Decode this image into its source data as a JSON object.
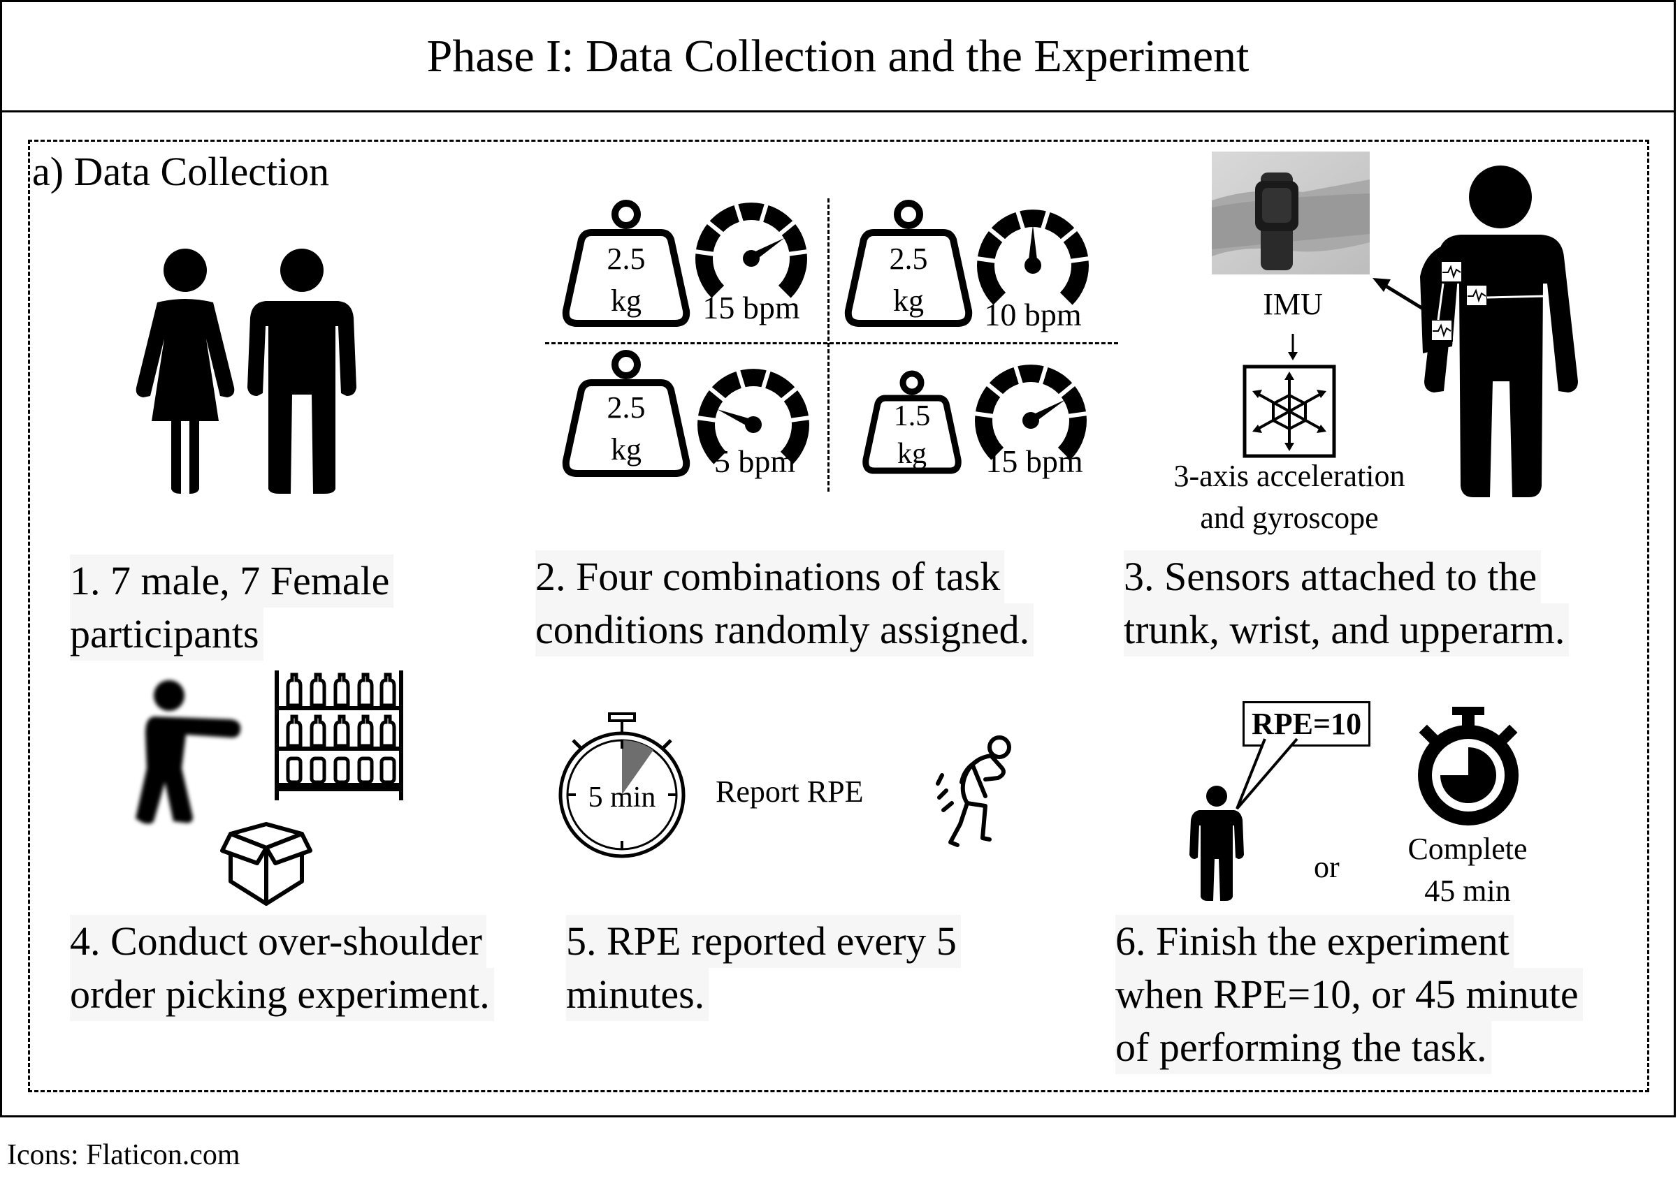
{
  "title": "Phase I: Data Collection and the Experiment",
  "section_label": "a) Data Collection",
  "footer": "Icons: Flaticon.com",
  "steps": [
    {
      "lines": [
        "1. 7 male, 7 Female",
        "participants"
      ]
    },
    {
      "lines": [
        "2. Four combinations of task",
        "conditions randomly assigned."
      ]
    },
    {
      "lines": [
        "3. Sensors attached to the",
        "trunk, wrist, and upperarm."
      ]
    },
    {
      "lines": [
        "4. Conduct over-shoulder",
        "order picking experiment."
      ]
    },
    {
      "lines": [
        "5. RPE reported every 5",
        "minutes."
      ]
    },
    {
      "lines": [
        "6. Finish the experiment",
        "when RPE=10, or 45 minute",
        "of performing the task."
      ]
    }
  ],
  "conditions": [
    {
      "weight_value": "2.5",
      "weight_unit": "kg",
      "rate": "15 bpm"
    },
    {
      "weight_value": "2.5",
      "weight_unit": "kg",
      "rate": "10 bpm"
    },
    {
      "weight_value": "2.5",
      "weight_unit": "kg",
      "rate": "5 bpm"
    },
    {
      "weight_value": "1.5",
      "weight_unit": "kg",
      "rate": "15 bpm"
    }
  ],
  "sensor": {
    "imu_label": "IMU",
    "imu_desc_line1": "3-axis acceleration",
    "imu_desc_line2": "and gyroscope"
  },
  "rpe": {
    "timer_label": "5 min",
    "report_label": "Report RPE"
  },
  "finish": {
    "bubble": "RPE=10",
    "or_label": "or",
    "complete_line1": "Complete",
    "complete_line2": "45 min"
  },
  "icons": [
    "women-icon",
    "man-icon",
    "weight-icon",
    "gauge-icon",
    "wrist-sensor-photo",
    "imu-chip-icon",
    "person-with-sensors-icon",
    "reaching-person-icon",
    "shelf-icon",
    "box-icon",
    "stopwatch-icon",
    "fatigued-person-icon",
    "standing-person-icon",
    "timer-icon"
  ]
}
